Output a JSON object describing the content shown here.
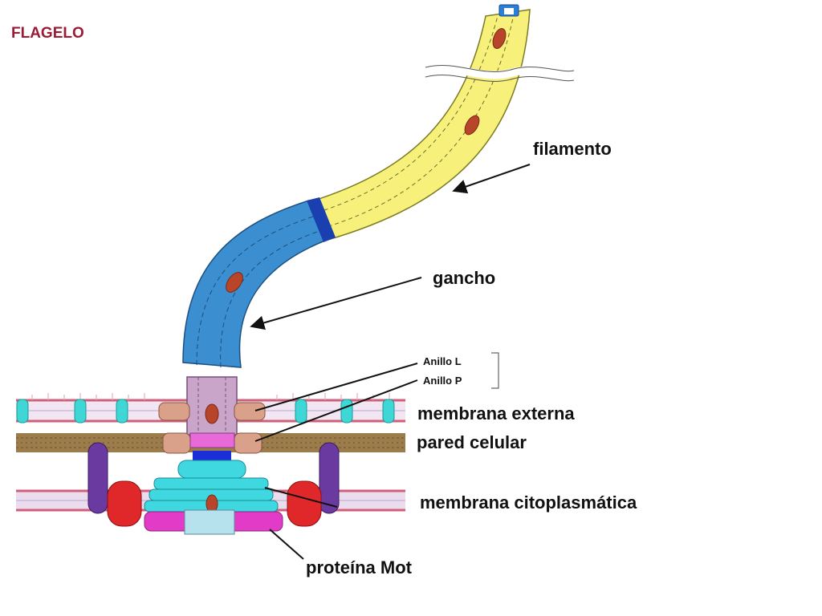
{
  "diagram": {
    "title": "FLAGELO",
    "labels": {
      "filamento": "filamento",
      "gancho": "gancho",
      "anillo_l": "Anillo L",
      "anillo_p": "Anillo P",
      "membrana_externa": "membrana externa",
      "pared_celular": "pared celular",
      "membrana_citoplasmatica": "membrana citoplasmática",
      "proteina_mot": "proteína Mot"
    },
    "colors": {
      "title": "#9b1b35",
      "filament": "#f7f07a",
      "hook": "#3b8fd0",
      "rod": "#c9a6c9",
      "ring_lp": "#d9a08a",
      "cell_wall": "#9b7c4a",
      "membrane": "#e6d4e6",
      "ring_ms": "#40d8e0",
      "c_ring": "#e23bc8",
      "mot_red": "#e0282a",
      "mot_purple": "#6b3aa0",
      "export_blue": "#1a2fd8"
    }
  }
}
